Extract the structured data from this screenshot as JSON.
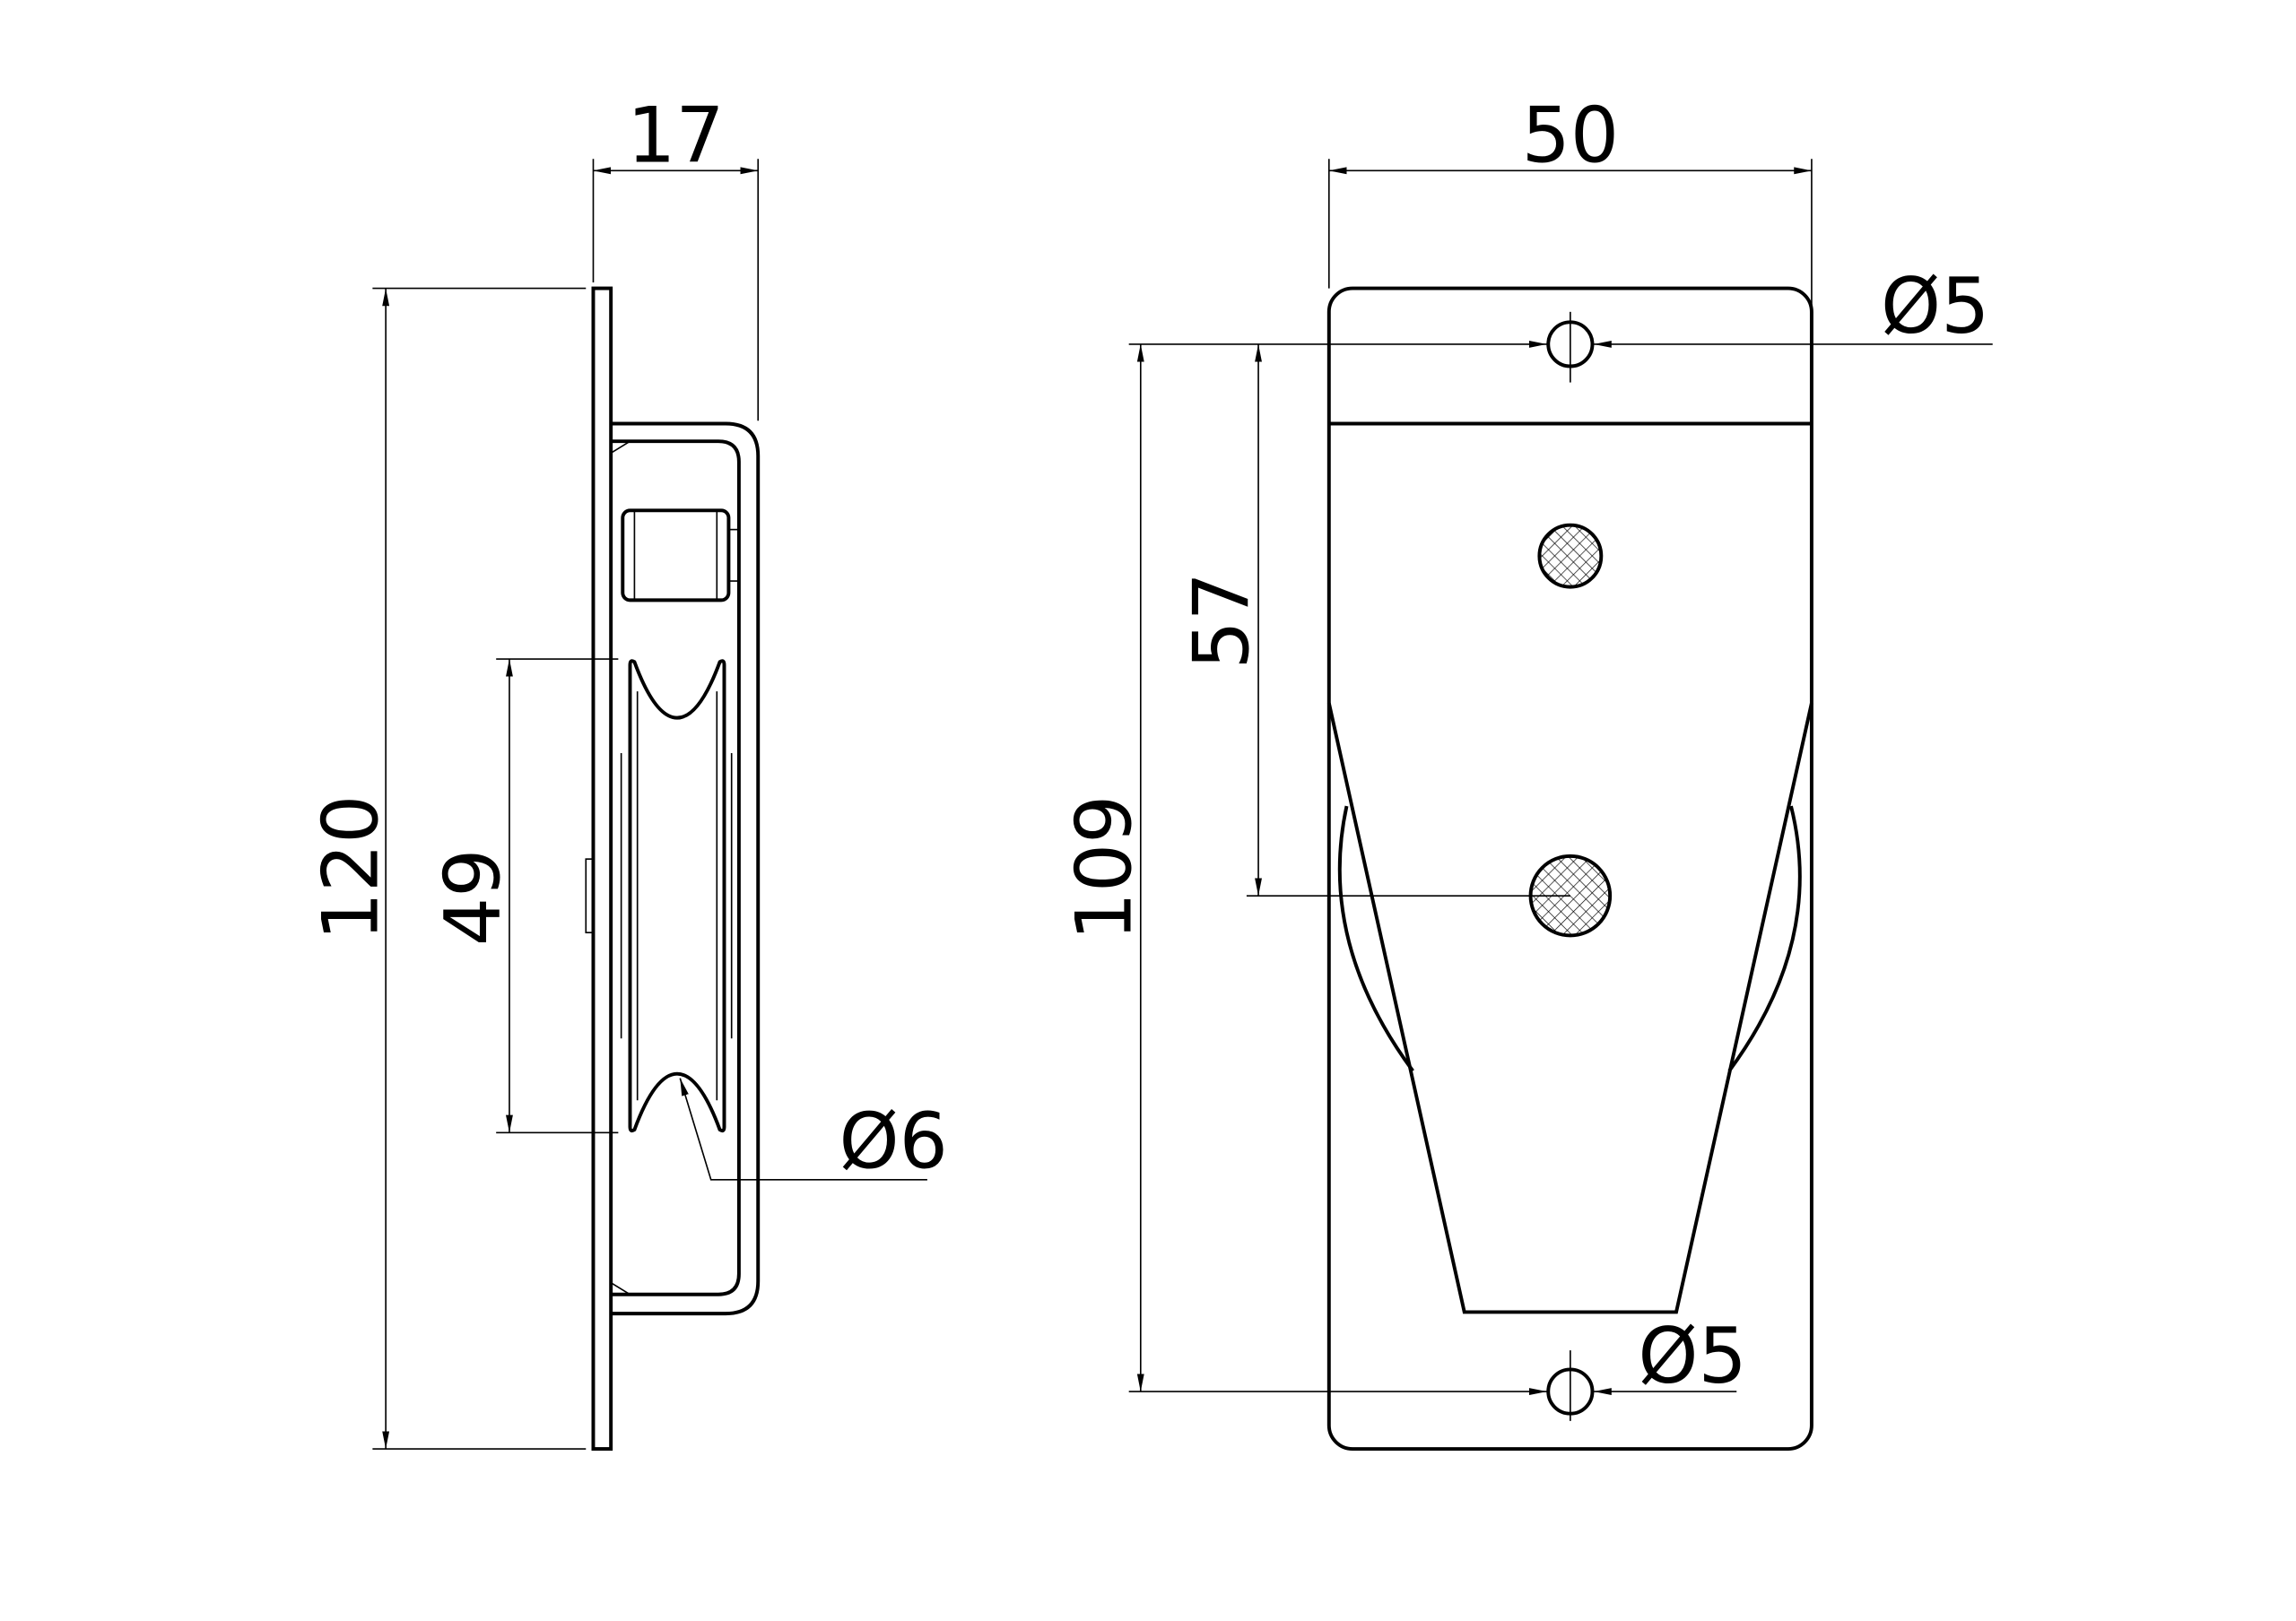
{
  "side_view": {
    "width_dim": "17",
    "height_dim": "120",
    "wheel_dim": "49",
    "groove_dim": "Ø6"
  },
  "front_view": {
    "width_dim": "50",
    "top_hole_dim": "Ø5",
    "hole_spacing_dim": "109",
    "axle_dim": "57",
    "bottom_hole_dim": "Ø5"
  }
}
